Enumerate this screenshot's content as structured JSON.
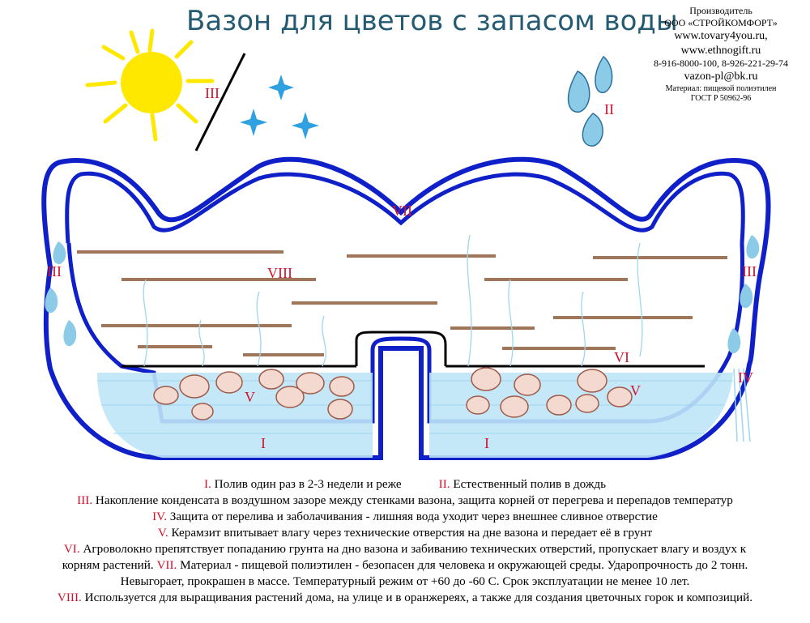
{
  "title": "Вазон для цветов с запасом воды",
  "maker": {
    "label": "Производитель",
    "company": "ООО «СТРОЙКОМФОРТ»",
    "site1": "www.tovary4you.ru,",
    "site2": "www.ethnogift.ru",
    "phones": "8-916-8000-100, 8-926-221-29-74",
    "email": "vazon-pl@bk.ru",
    "material": "Материал: пищевой полиэтилен",
    "gost": "ГОСТ Р 50962-96"
  },
  "diagram_labels": {
    "sun_iii": "III",
    "drops_ii": "II",
    "left_iii": "III",
    "right_iii": "III",
    "rim_vii": "VII",
    "soil_viii": "VIII",
    "fiber_vi": "VI",
    "drain_iv": "IV",
    "clay_left_v": "V",
    "clay_right_v": "V",
    "water_left_i": "I",
    "water_right_i": "I"
  },
  "legend": [
    {
      "num": "I.",
      "text": " Полив один раз в 2-3 недели и реже"
    },
    {
      "num": "II.",
      "text": " Естественный полив в дождь"
    },
    {
      "num": "III.",
      "text": " Накопление конденсата в воздушном зазоре между стенками вазона, защита корней от перегрева и перепадов температур"
    },
    {
      "num": "IV.",
      "text": " Защита от перелива и заболачивания - лишняя вода уходит через внешнее сливное отверстие"
    },
    {
      "num": "V.",
      "text": " Керамзит впитывает влагу через технические отверстия на дне вазона и передает её в грунт"
    },
    {
      "num": "VI.",
      "text": " Агроволокно препятствует попаданию грунта на дно вазона и забиванию технических отверстий, пропускает влагу и воздух к"
    },
    {
      "num": "",
      "text": "корням растений. "
    },
    {
      "num": "VII.",
      "text": " Материал - пищевой полиэтилен - безопасен для человека и окружающей среды. Ударопрочность до 2 тонн."
    },
    {
      "num": "",
      "text": "Невыгорает, прокрашен в массе. Температурный режим от +60 до -60 С. Срок эксплуатации не менее 10 лет."
    },
    {
      "num": "VIII.",
      "text": " Используется для выращивания растений дома, на улице и в оранжереях, а также для создания цветочных горок и композиций."
    }
  ],
  "colors": {
    "title": "#245a72",
    "roman": "#d0112b",
    "pot_outline": "#1020c8",
    "soil_lines": "#a0765a",
    "sun": "#ffe800",
    "water_dots": "#7cc6ea"
  }
}
